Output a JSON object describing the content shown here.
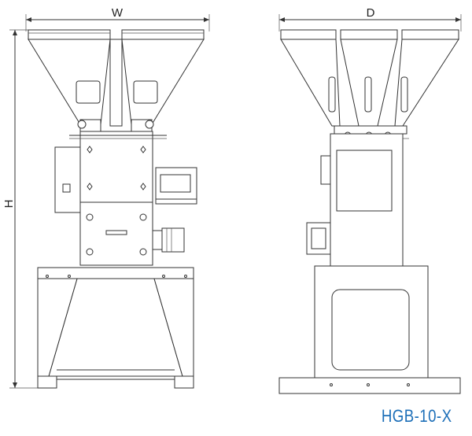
{
  "dimensions": {
    "width_label": "W",
    "depth_label": "D",
    "height_label": "H"
  },
  "model_name": "HGB-10-X",
  "colors": {
    "line": "#333333",
    "model_text": "#1d6fb8",
    "background": "#ffffff"
  }
}
